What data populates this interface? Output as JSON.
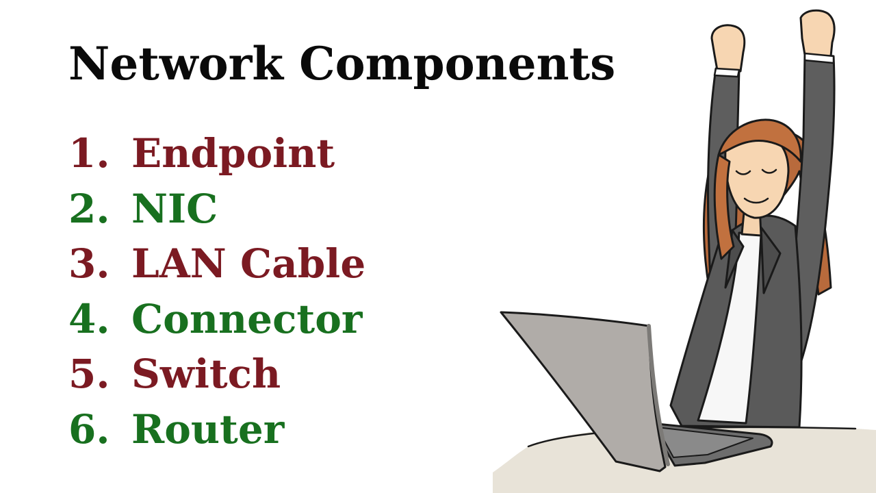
{
  "title": "Network Components",
  "colors": {
    "odd_item": "#7b1a22",
    "even_item": "#18701f",
    "title": "#0a0a0a"
  },
  "items": [
    {
      "number": "1.",
      "label": "Endpoint",
      "color": "#7b1a22"
    },
    {
      "number": "2.",
      "label": "NIC",
      "color": "#18701f"
    },
    {
      "number": "3.",
      "label": "LAN Cable",
      "color": "#7b1a22"
    },
    {
      "number": "4.",
      "label": "Connector",
      "color": "#18701f"
    },
    {
      "number": "5.",
      "label": "Switch",
      "color": "#7b1a22"
    },
    {
      "number": "6.",
      "label": "Router",
      "color": "#18701f"
    }
  ],
  "illustration": {
    "icon": "woman-celebrating-at-laptop-illustration"
  }
}
